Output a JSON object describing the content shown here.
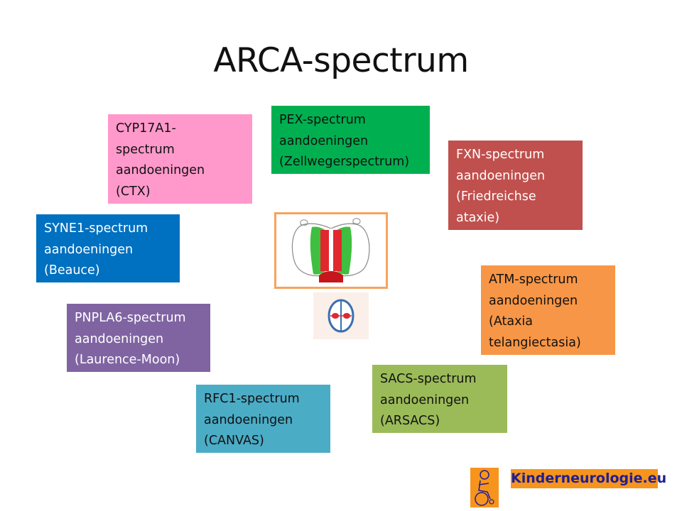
{
  "slide": {
    "title": "ARCA-spectrum"
  },
  "boxes": {
    "cyp17a1": "CYP17A1-\nspectrum\naandoeningen\n(CTX)",
    "pex": "PEX-spectrum\naandoeningen\n(Zellwegerspectrum)",
    "fxn": "FXN-spectrum\naandoeningen\n(Friedreichse\nataxie)",
    "syne1": "SYNE1-spectrum\naandoeningen\n(Beauce)",
    "atm": "ATM-spectrum\naandoeningen\n(Ataxia\ntelangiectasia)",
    "pnpla6": "PNPLA6-spectrum\naandoeningen\n(Laurence-Moon)",
    "sacs": "SACS-spectrum\naandoeningen\n(ARSACS)",
    "rfc1": "RFC1-spectrum\naandoeningen\n(CANVAS)"
  },
  "colors": {
    "cyp17a1": "#ff99cc",
    "pex": "#00b050",
    "fxn": "#c0504d",
    "syne1": "#0070c0",
    "atm": "#f79646",
    "pnpla6": "#8064a2",
    "sacs": "#9bbb59",
    "rfc1": "#4bacc6",
    "logo": "#f7941d"
  },
  "logo": {
    "text": "Kinderneurologie.eu",
    "icon": "child-wheelchair-icon"
  },
  "images": {
    "center": "spinal-cord-cross-section-icon",
    "small": "cell-division-icon"
  }
}
